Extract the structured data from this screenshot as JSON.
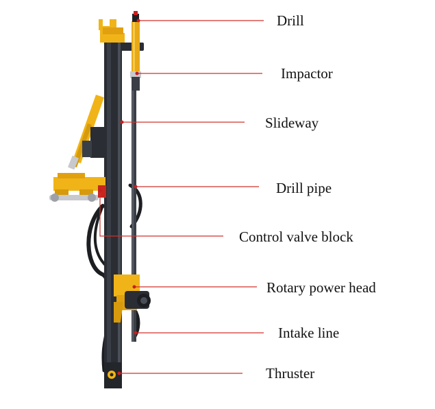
{
  "labels": [
    "Drill",
    "Impactor",
    "Slideway",
    "Drill pipe",
    "Control valve block",
    "Rotary power head",
    "Intake line",
    "Thruster"
  ],
  "colors": {
    "leader_line": "#d0302a",
    "leader_dot": "#c81e1e",
    "machine_yellow": "#f0b418",
    "machine_dark": "#2a2d33",
    "label_text": "#111111"
  }
}
